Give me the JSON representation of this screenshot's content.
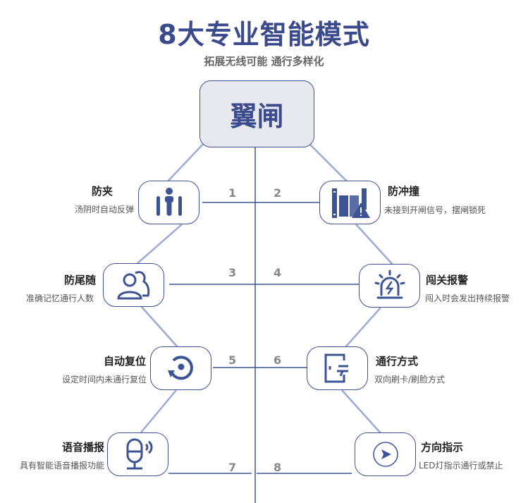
{
  "title": "8大专业智能模式",
  "subtitle": "拓展无线可能 通行多样化",
  "center": "翼闸",
  "colors": {
    "primary": "#3d5494",
    "connector": "#9aaad8"
  },
  "modes": [
    {
      "num": "1",
      "title": "防夹",
      "desc": "汤阴时自动反弹",
      "icon": "person-between-gates-icon"
    },
    {
      "num": "2",
      "title": "防冲撞",
      "desc": "未接到开闸信号，摆闸锁死",
      "icon": "gate-warning-icon"
    },
    {
      "num": "3",
      "title": "防尾随",
      "desc": "准确记忆通行人数",
      "icon": "users-icon"
    },
    {
      "num": "4",
      "title": "闯关报警",
      "desc": "闯入时会发出持续报警",
      "icon": "alarm-light-icon"
    },
    {
      "num": "5",
      "title": "自动复位",
      "desc": "设定时间内未通行复位",
      "icon": "reset-icon"
    },
    {
      "num": "6",
      "title": "通行方式",
      "desc": "双向刷卡/刷脸方式",
      "icon": "door-exit-icon"
    },
    {
      "num": "7",
      "title": "语音播报",
      "desc": "具有智能语音播报功能",
      "icon": "microphone-speaker-icon"
    },
    {
      "num": "8",
      "title": "方向指示",
      "desc": "LED灯指示通行或禁止",
      "icon": "direction-arrow-icon"
    }
  ]
}
